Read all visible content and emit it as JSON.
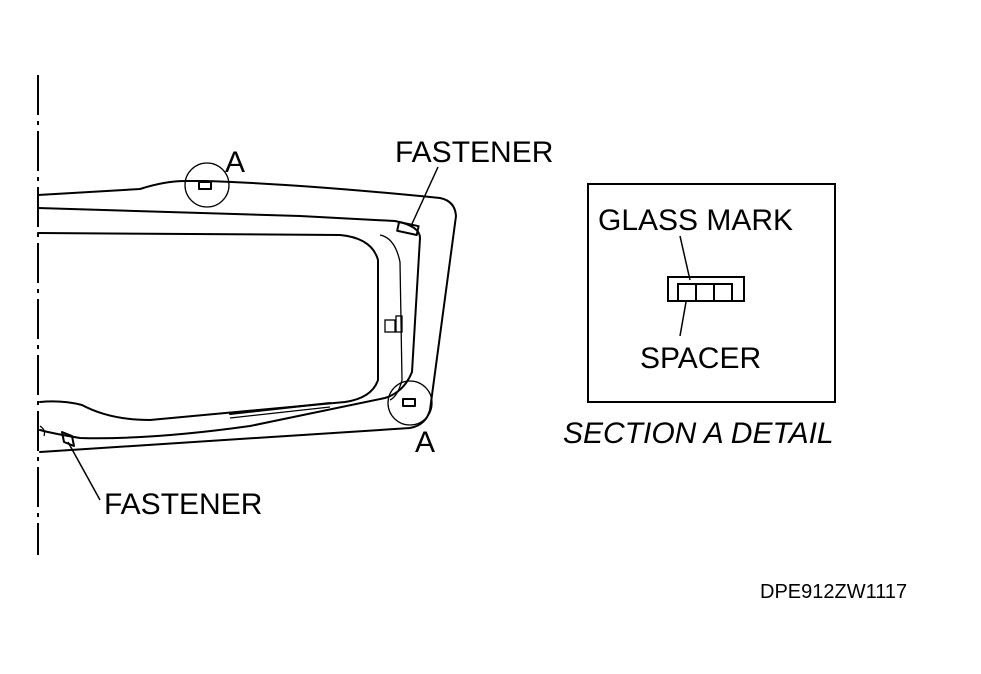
{
  "labels": {
    "fastener_top": "FASTENER",
    "fastener_bottom": "FASTENER",
    "a_top": "A",
    "a_bottom": "A",
    "glass_mark": "GLASS MARK",
    "spacer": "SPACER",
    "section_title": "SECTION A DETAIL",
    "drawing_code": "DPE912ZW1117"
  },
  "colors": {
    "line": "#000000",
    "background": "#ffffff"
  }
}
